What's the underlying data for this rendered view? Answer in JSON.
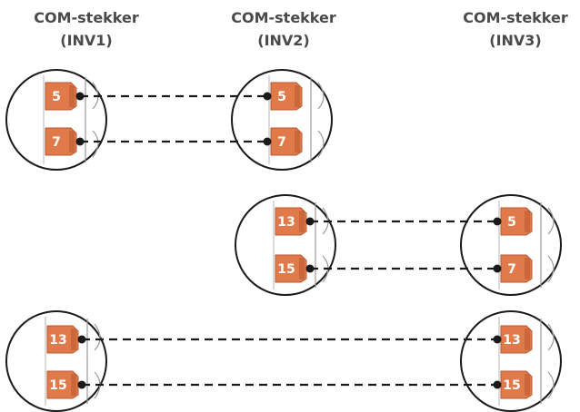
{
  "columns": [
    {
      "title": "COM-stekker",
      "subtitle": "(INV1)"
    },
    {
      "title": "COM-stekker",
      "subtitle": "(INV2)"
    },
    {
      "title": "COM-stekker",
      "subtitle": "(INV3)"
    }
  ],
  "connections": [
    {
      "from_pin": "5",
      "to_pin": "5"
    },
    {
      "from_pin": "7",
      "to_pin": "7"
    },
    {
      "from_pin": "13",
      "to_pin": "5"
    },
    {
      "from_pin": "15",
      "to_pin": "7"
    },
    {
      "from_pin": "13",
      "to_pin": "13"
    },
    {
      "from_pin": "15",
      "to_pin": "15"
    }
  ],
  "colors": {
    "pin": "#e07a4a",
    "pin_dark": "#b85a30",
    "line": "#1a1a1a",
    "title": "#4a4a4a"
  }
}
